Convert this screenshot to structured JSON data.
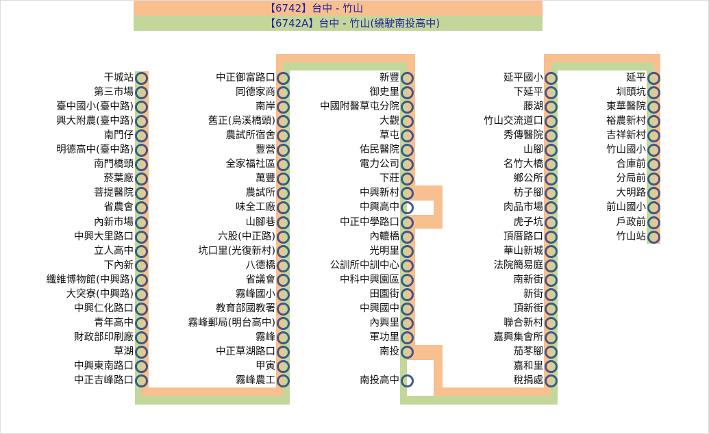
{
  "routes": [
    {
      "title": "【6742】台中 - 竹山",
      "color": "#f8bf8f"
    },
    {
      "title": "【6742A】台中 - 竹山(繞駛南投高中)",
      "color": "#c4d79b"
    }
  ],
  "columns": [
    {
      "stops": [
        "干城站",
        "第三市場",
        "臺中國小(臺中路)",
        "興大附農(臺中路)",
        "南門仔",
        "明德高中(臺中路)",
        "南門橋頭",
        "菸葉廠",
        "菩提醫院",
        "省農會",
        "內新市場",
        "中興大里路口",
        "立人高中",
        "下內新",
        "纖維博物館(中興路)",
        "大突寮(中興路)",
        "中興仁化路口",
        "青年高中",
        "財政部印刷廠",
        "草湖",
        "中興東南路口",
        "中正吉峰路口"
      ]
    },
    {
      "stops": [
        "中正御富路口",
        "同德家商",
        "南岸",
        "舊正(烏溪橋頭)",
        "農試所宿舍",
        "豐營",
        "全家福社區",
        "萬豐",
        "農試所",
        "味全工廠",
        "山腳巷",
        "六股(中正路)",
        "坑口里(光復新村)",
        "八德橋",
        "省議會",
        "霧峰國小",
        "教育部國教署",
        "霧峰郵局(明台高中)",
        "霧峰",
        "中正草湖路口",
        "甲寅",
        "霧峰農工"
      ]
    },
    {
      "stops": [
        "新豐",
        "御史里",
        "中國附醫草屯分院",
        "大觀",
        "草屯",
        "佑民醫院",
        "電力公司",
        "下莊",
        "中興新村",
        "中興高中",
        "中正中學路口",
        "內轆橋",
        "光明里",
        "公訓所中訓中心",
        "中科中興園區",
        "田園街",
        "中興國中",
        "內興里",
        "軍功里",
        "南投",
        "",
        "南投高中"
      ]
    },
    {
      "stops": [
        "延平國小",
        "下延平",
        "藤湖",
        "竹山交流道口",
        "秀傳醫院",
        "山腳",
        "名竹大橋",
        "鄉公所",
        "枋子腳",
        "肉品市場",
        "虎子坑",
        "頂厝路口",
        "華山新城",
        "法院簡易庭",
        "南新街",
        "新街",
        "頂新街",
        "聯合新村",
        "嘉興集會所",
        "茄苳腳",
        "嘉和里",
        "稅捐處"
      ]
    },
    {
      "stops": [
        "延平",
        "圳頭坑",
        "東華醫院",
        "裕農新村",
        "吉祥新村",
        "竹山國小",
        "合庫前",
        "分局前",
        "大明路",
        "前山國小",
        "戶政前",
        "竹山站"
      ]
    }
  ]
}
